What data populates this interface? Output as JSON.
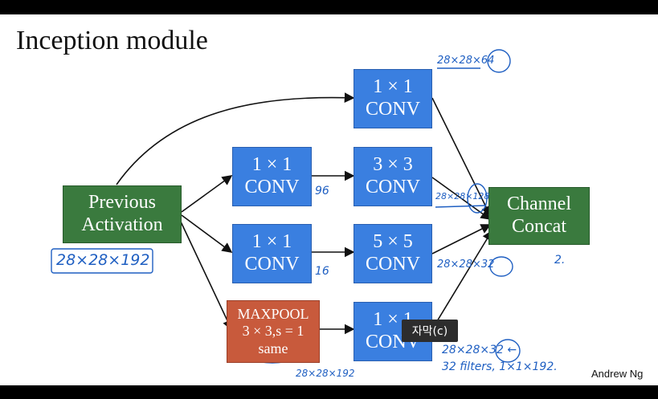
{
  "slide": {
    "title": "Inception module",
    "author": "Andrew Ng",
    "caption_button": "자막(c)"
  },
  "blocks": {
    "prev": [
      "Previous",
      "Activation"
    ],
    "conv1": [
      "1 × 1",
      "CONV"
    ],
    "conv1b": [
      "1 × 1",
      "CONV"
    ],
    "conv3": [
      "3 × 3",
      "CONV"
    ],
    "conv1c": [
      "1 × 1",
      "CONV"
    ],
    "conv5": [
      "5 × 5",
      "CONV"
    ],
    "maxpool": [
      "MAXPOOL",
      "3 × 3,s = 1",
      "same"
    ],
    "conv1d": [
      "1 × 1",
      "CONV"
    ],
    "concat": [
      "Channel",
      "Concat"
    ]
  },
  "annotations": {
    "top_out": "28×28×64",
    "input_dims": "28×28×192",
    "mid1": "96",
    "conv3_out": "28×28×128",
    "mid2": "16",
    "conv5_out": "28×28×32",
    "pool_out": "28×28×192",
    "pool_conv_out": "28×28×32 ←",
    "pool_note": "32 filters, 1×1×192.",
    "concat_note": "2."
  }
}
